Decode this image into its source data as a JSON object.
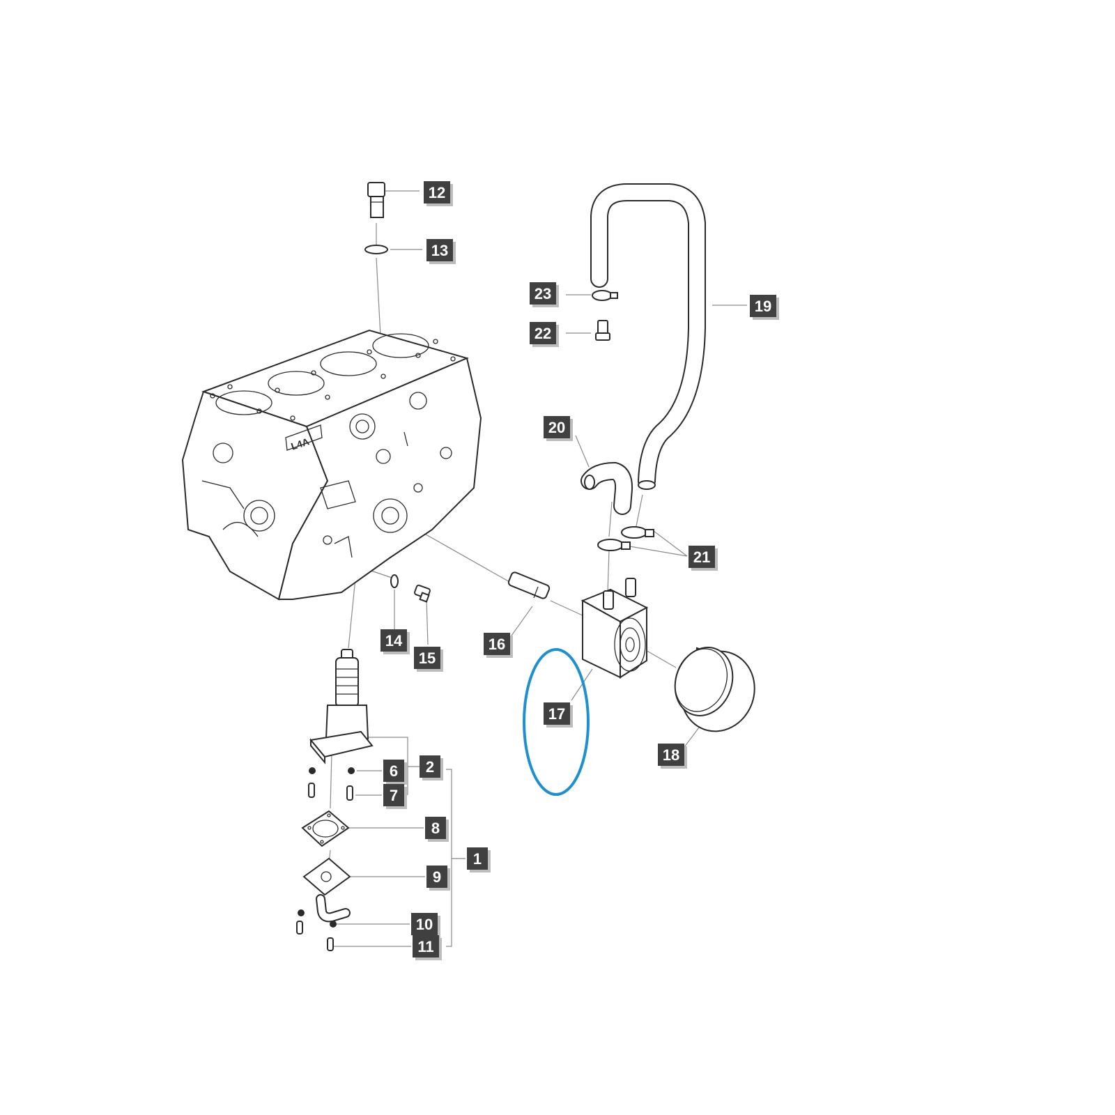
{
  "block_marking": "L4A",
  "highlight_color": "#1e90d0",
  "callout_box_color": "#404040",
  "callouts": [
    {
      "id": "1",
      "label": "1"
    },
    {
      "id": "2",
      "label": "2"
    },
    {
      "id": "6",
      "label": "6"
    },
    {
      "id": "7",
      "label": "7"
    },
    {
      "id": "8",
      "label": "8"
    },
    {
      "id": "9",
      "label": "9"
    },
    {
      "id": "10",
      "label": "10"
    },
    {
      "id": "11",
      "label": "11"
    },
    {
      "id": "12",
      "label": "12"
    },
    {
      "id": "13",
      "label": "13"
    },
    {
      "id": "14",
      "label": "14"
    },
    {
      "id": "15",
      "label": "15"
    },
    {
      "id": "16",
      "label": "16"
    },
    {
      "id": "17",
      "label": "17"
    },
    {
      "id": "18",
      "label": "18"
    },
    {
      "id": "19",
      "label": "19"
    },
    {
      "id": "20",
      "label": "20"
    },
    {
      "id": "21",
      "label": "21"
    },
    {
      "id": "22",
      "label": "22"
    },
    {
      "id": "23",
      "label": "23"
    }
  ]
}
